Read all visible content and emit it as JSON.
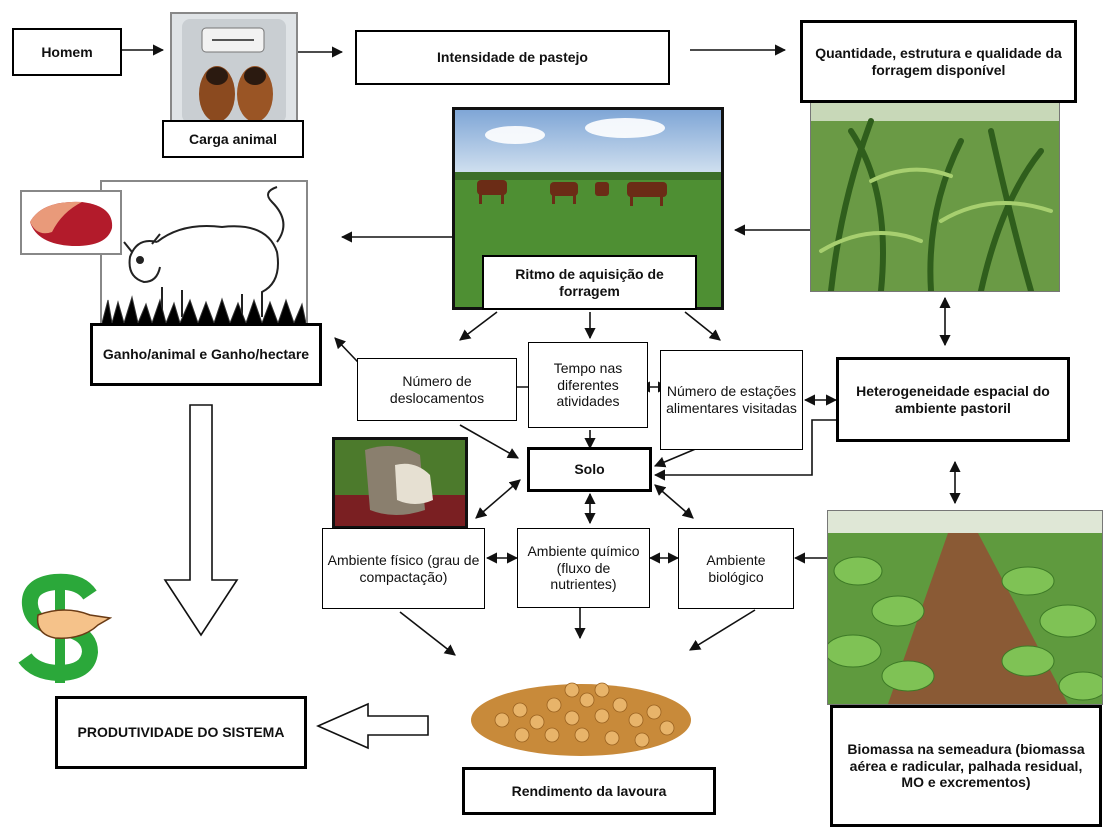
{
  "nodes": {
    "homem": "Homem",
    "carga_animal": "Carga animal",
    "intensidade": "Intensidade de pastejo",
    "quantidade": "Quantidade, estrutura e qualidade da forragem disponível",
    "ritmo": "Ritmo de aquisição de forragem",
    "ganho": "Ganho/animal e Ganho/hectare",
    "deslocamentos": "Número de deslocamentos",
    "tempo": "Tempo nas diferentes atividades",
    "estacoes": "Número de estações alimentares visitadas",
    "heterogeneidade": "Heterogeneidade espacial do ambiente pastoril",
    "solo": "Solo",
    "ambiente_fisico": "Ambiente físico (grau de compactação)",
    "ambiente_quimico": "Ambiente químico (fluxo de nutrientes)",
    "ambiente_biologico": "Ambiente biológico",
    "produtividade": "PRODUTIVIDADE DO SISTEMA",
    "rendimento": "Rendimento da lavoura",
    "biomassa": "Biomassa na semeadura (biomassa aérea e radicular, palhada residual, MO e excrementos)"
  },
  "images": {
    "scale": "scale-with-boots-photo",
    "cattle": "cattle-on-pasture-photo",
    "corn": "forage-crop-photo",
    "steer": "steer-cartoon-drawing",
    "meat": "meat-cut-photo",
    "soil": "soil-sample-photo",
    "money": "hand-holding-dollar-cartoon",
    "soybeans": "soybean-pile-photo",
    "soy_field": "soybean-field-photo"
  }
}
